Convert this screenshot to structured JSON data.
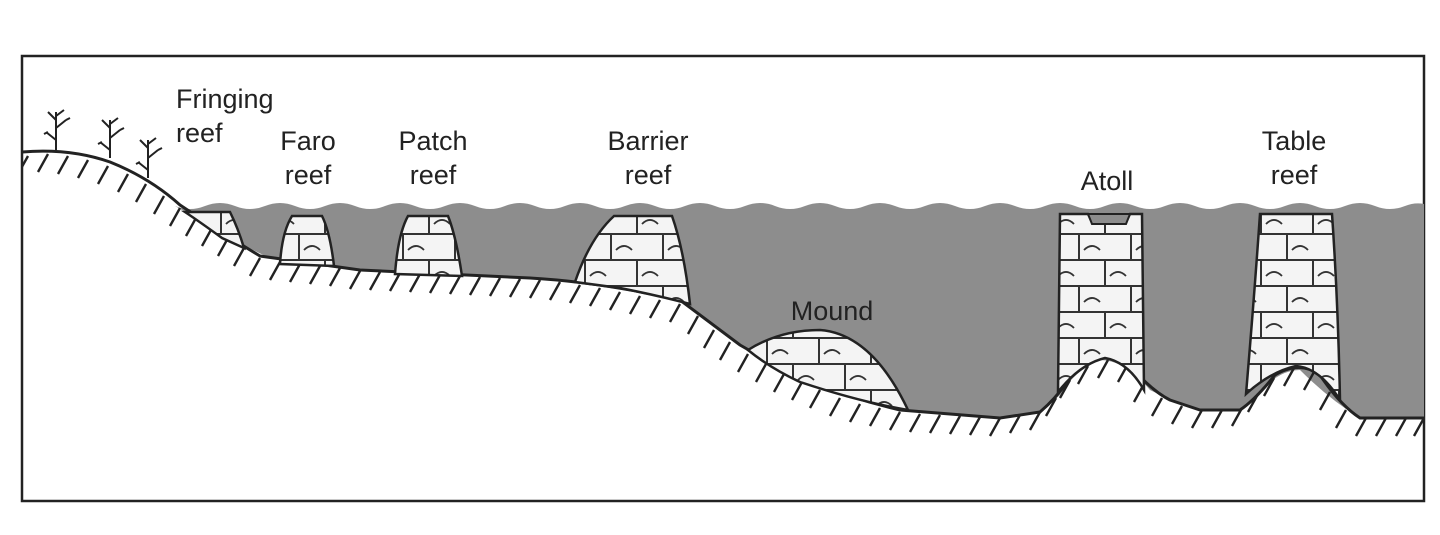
{
  "labels": {
    "fringing": {
      "line1": "Fringing",
      "line2": "reef"
    },
    "faro": {
      "line1": "Faro",
      "line2": "reef"
    },
    "patch": {
      "line1": "Patch",
      "line2": "reef"
    },
    "barrier": {
      "line1": "Barrier",
      "line2": "reef"
    },
    "mound": {
      "line1": "Mound"
    },
    "atoll": {
      "line1": "Atoll"
    },
    "table": {
      "line1": "Table",
      "line2": "reef"
    }
  },
  "colors": {
    "water": "#8d8d8d",
    "reef": "#f4f4f4",
    "line": "#222222",
    "background": "#ffffff"
  },
  "icons": [
    "vegetation-icon",
    "hatch-seafloor-pattern",
    "limestone-brick-pattern"
  ]
}
